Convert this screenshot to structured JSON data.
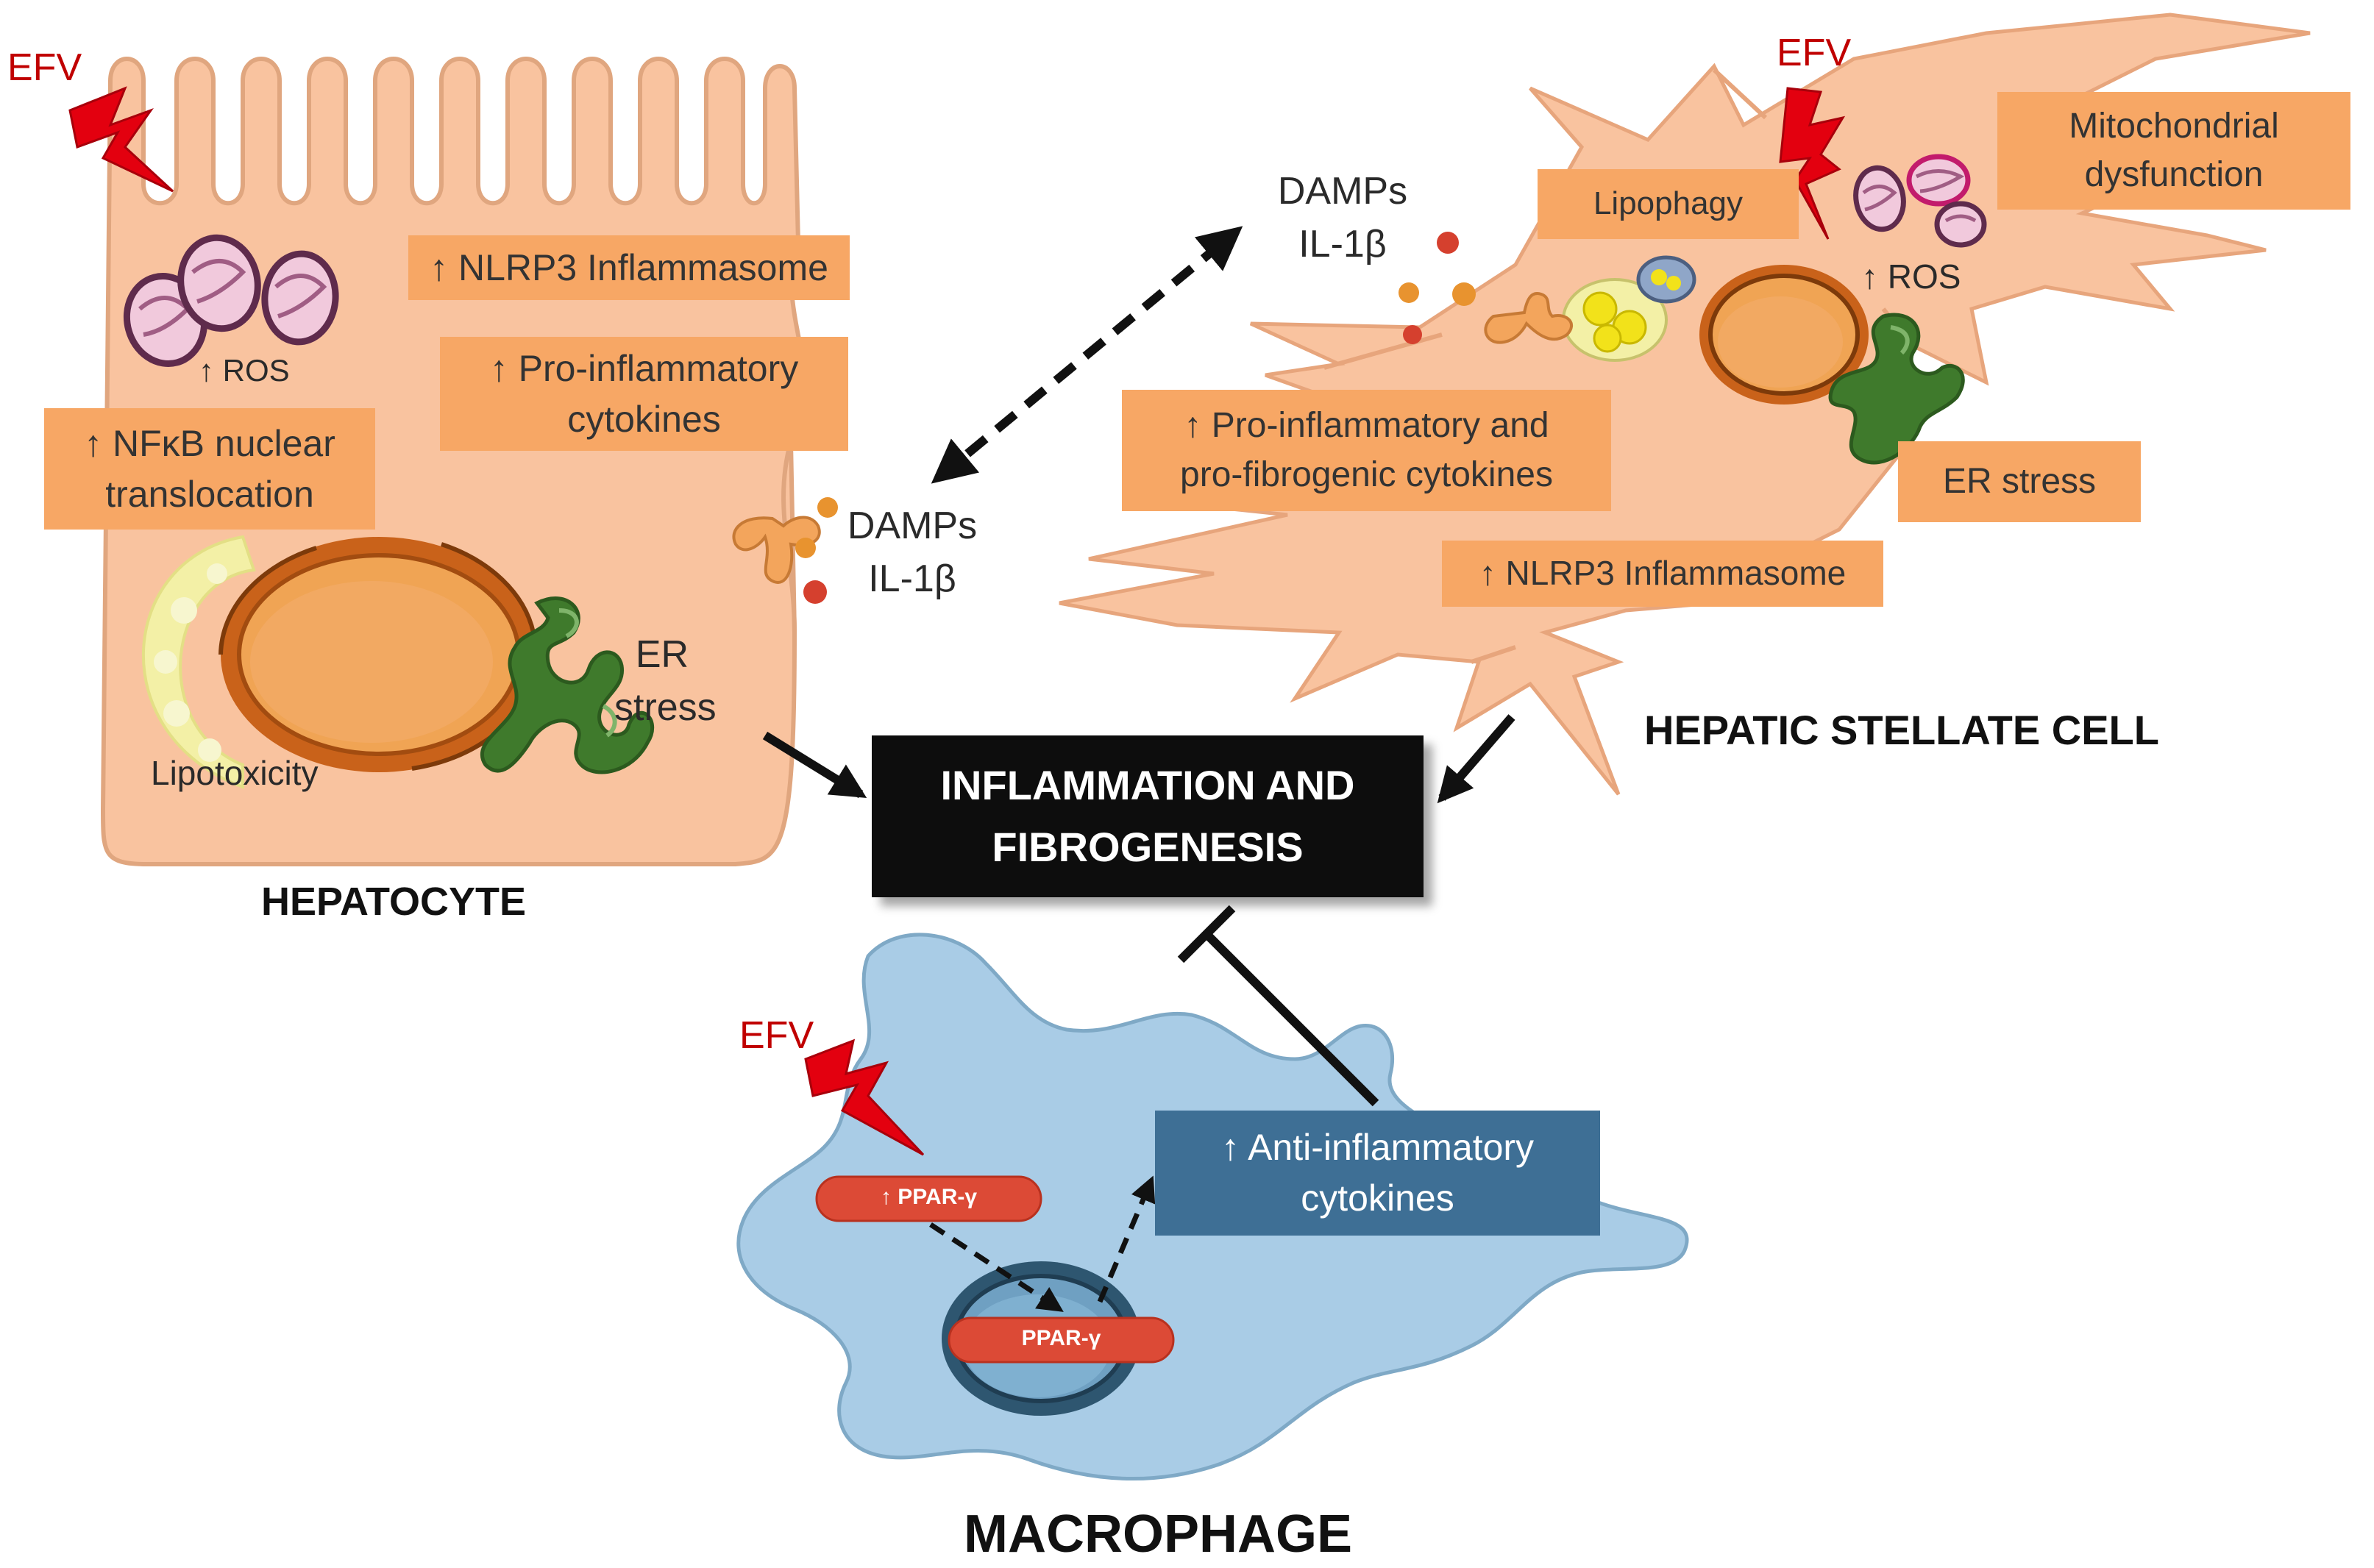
{
  "hepatocyte": {
    "name": "HEPATOCYTE",
    "drug": "EFV",
    "ros": "↑ ROS",
    "nfkb": [
      "↑ NFκB nuclear",
      "translocation"
    ],
    "nlrp3": "↑ NLRP3 Inflammasome",
    "cytokines": [
      "↑ Pro-inflammatory",
      "cytokines"
    ],
    "er_stress": [
      "ER",
      "stress"
    ],
    "lipotoxicity": "Lipotoxicity"
  },
  "released_left": [
    "DAMPs",
    "IL-1β"
  ],
  "released_right": [
    "DAMPs",
    "IL-1β"
  ],
  "stellate": {
    "name": "HEPATIC STELLATE CELL",
    "drug": "EFV",
    "lipophagy": "Lipophagy",
    "mito": [
      "Mitochondrial",
      "dysfunction"
    ],
    "ros": "↑ ROS",
    "cytokines": [
      "↑ Pro-inflammatory  and",
      "pro-fibrogenic  cytokines"
    ],
    "er_stress": "ER stress",
    "nlrp3": "↑ NLRP3 Inflammasome"
  },
  "central": [
    "INFLAMMATION AND",
    "FIBROGENESIS"
  ],
  "macrophage": {
    "name": "MACROPHAGE",
    "drug": "EFV",
    "ppar_cyto": "↑ PPAR-γ",
    "ppar_nuc": "PPAR-γ",
    "cytokines": [
      "↑ Anti-inflammatory",
      "cytokines"
    ]
  },
  "colors": {
    "hepatocyte_fill": "#f9c39f",
    "stellate_fill": "#f9c39f",
    "macrophage_fill": "#a9cce6",
    "label_box": "#f7a765",
    "anti_box": "#3e6f95",
    "efv": "#c00000",
    "bolt": "#e3000f"
  }
}
